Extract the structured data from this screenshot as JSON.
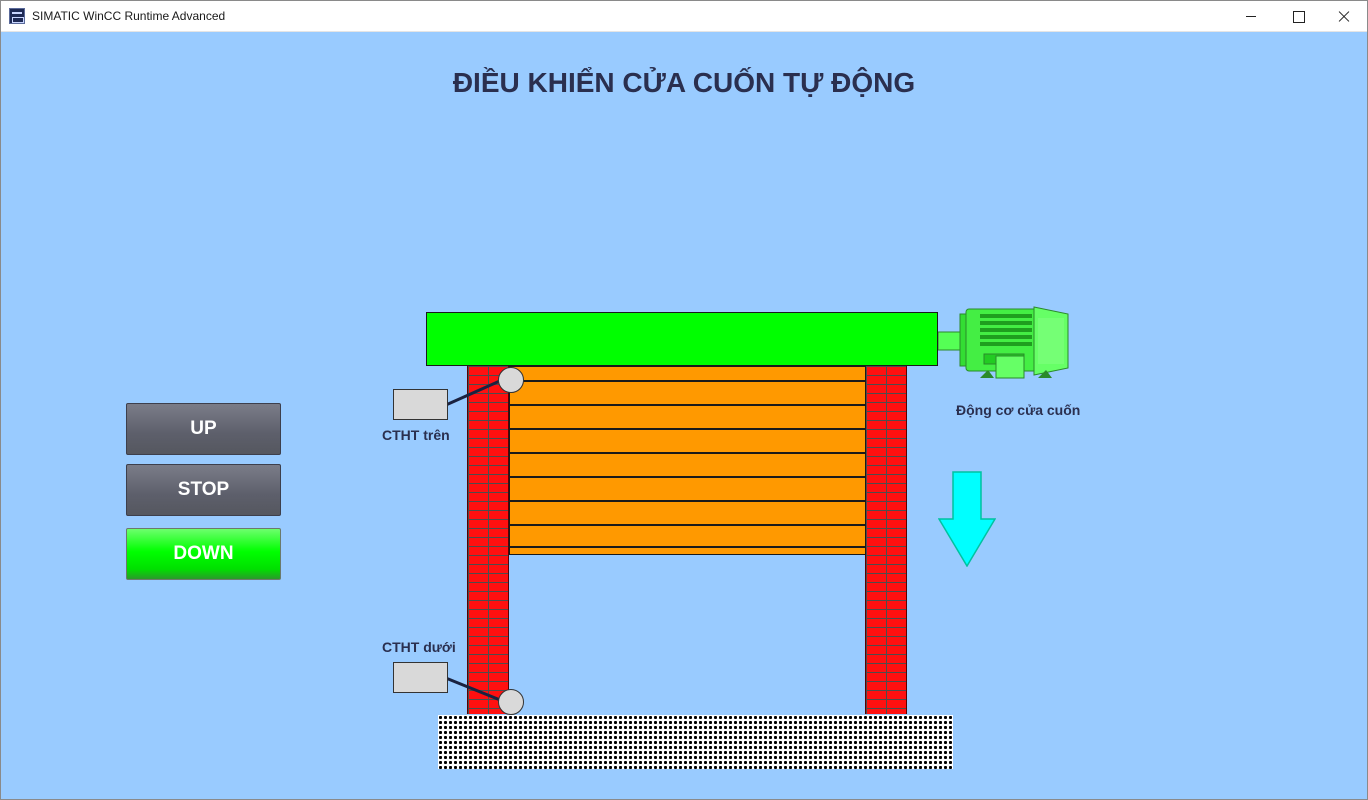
{
  "window": {
    "title": "SIMATIC WinCC Runtime Advanced",
    "controls": [
      "minimize",
      "maximize",
      "close"
    ]
  },
  "screen": {
    "title": "ĐIỀU KHIỂN CỬA CUỐN TỰ ĐỘNG"
  },
  "buttons": {
    "up": "UP",
    "stop": "STOP",
    "down": "DOWN",
    "down_active": true
  },
  "labels": {
    "limit_top": "CTHT trên",
    "limit_bottom": "CTHT dưới",
    "motor": "Động cơ cửa cuốn"
  },
  "state": {
    "motor_running": true,
    "direction": "down"
  },
  "colors": {
    "background": "#99cbff",
    "drum": "#00ff00",
    "door": "#ff9900",
    "brick": "#ff1010",
    "active_button": "#00ff00",
    "arrow": "#00ffff"
  },
  "icons": {
    "motor": "electric-motor-icon",
    "direction_arrow": "arrow-down-icon"
  }
}
